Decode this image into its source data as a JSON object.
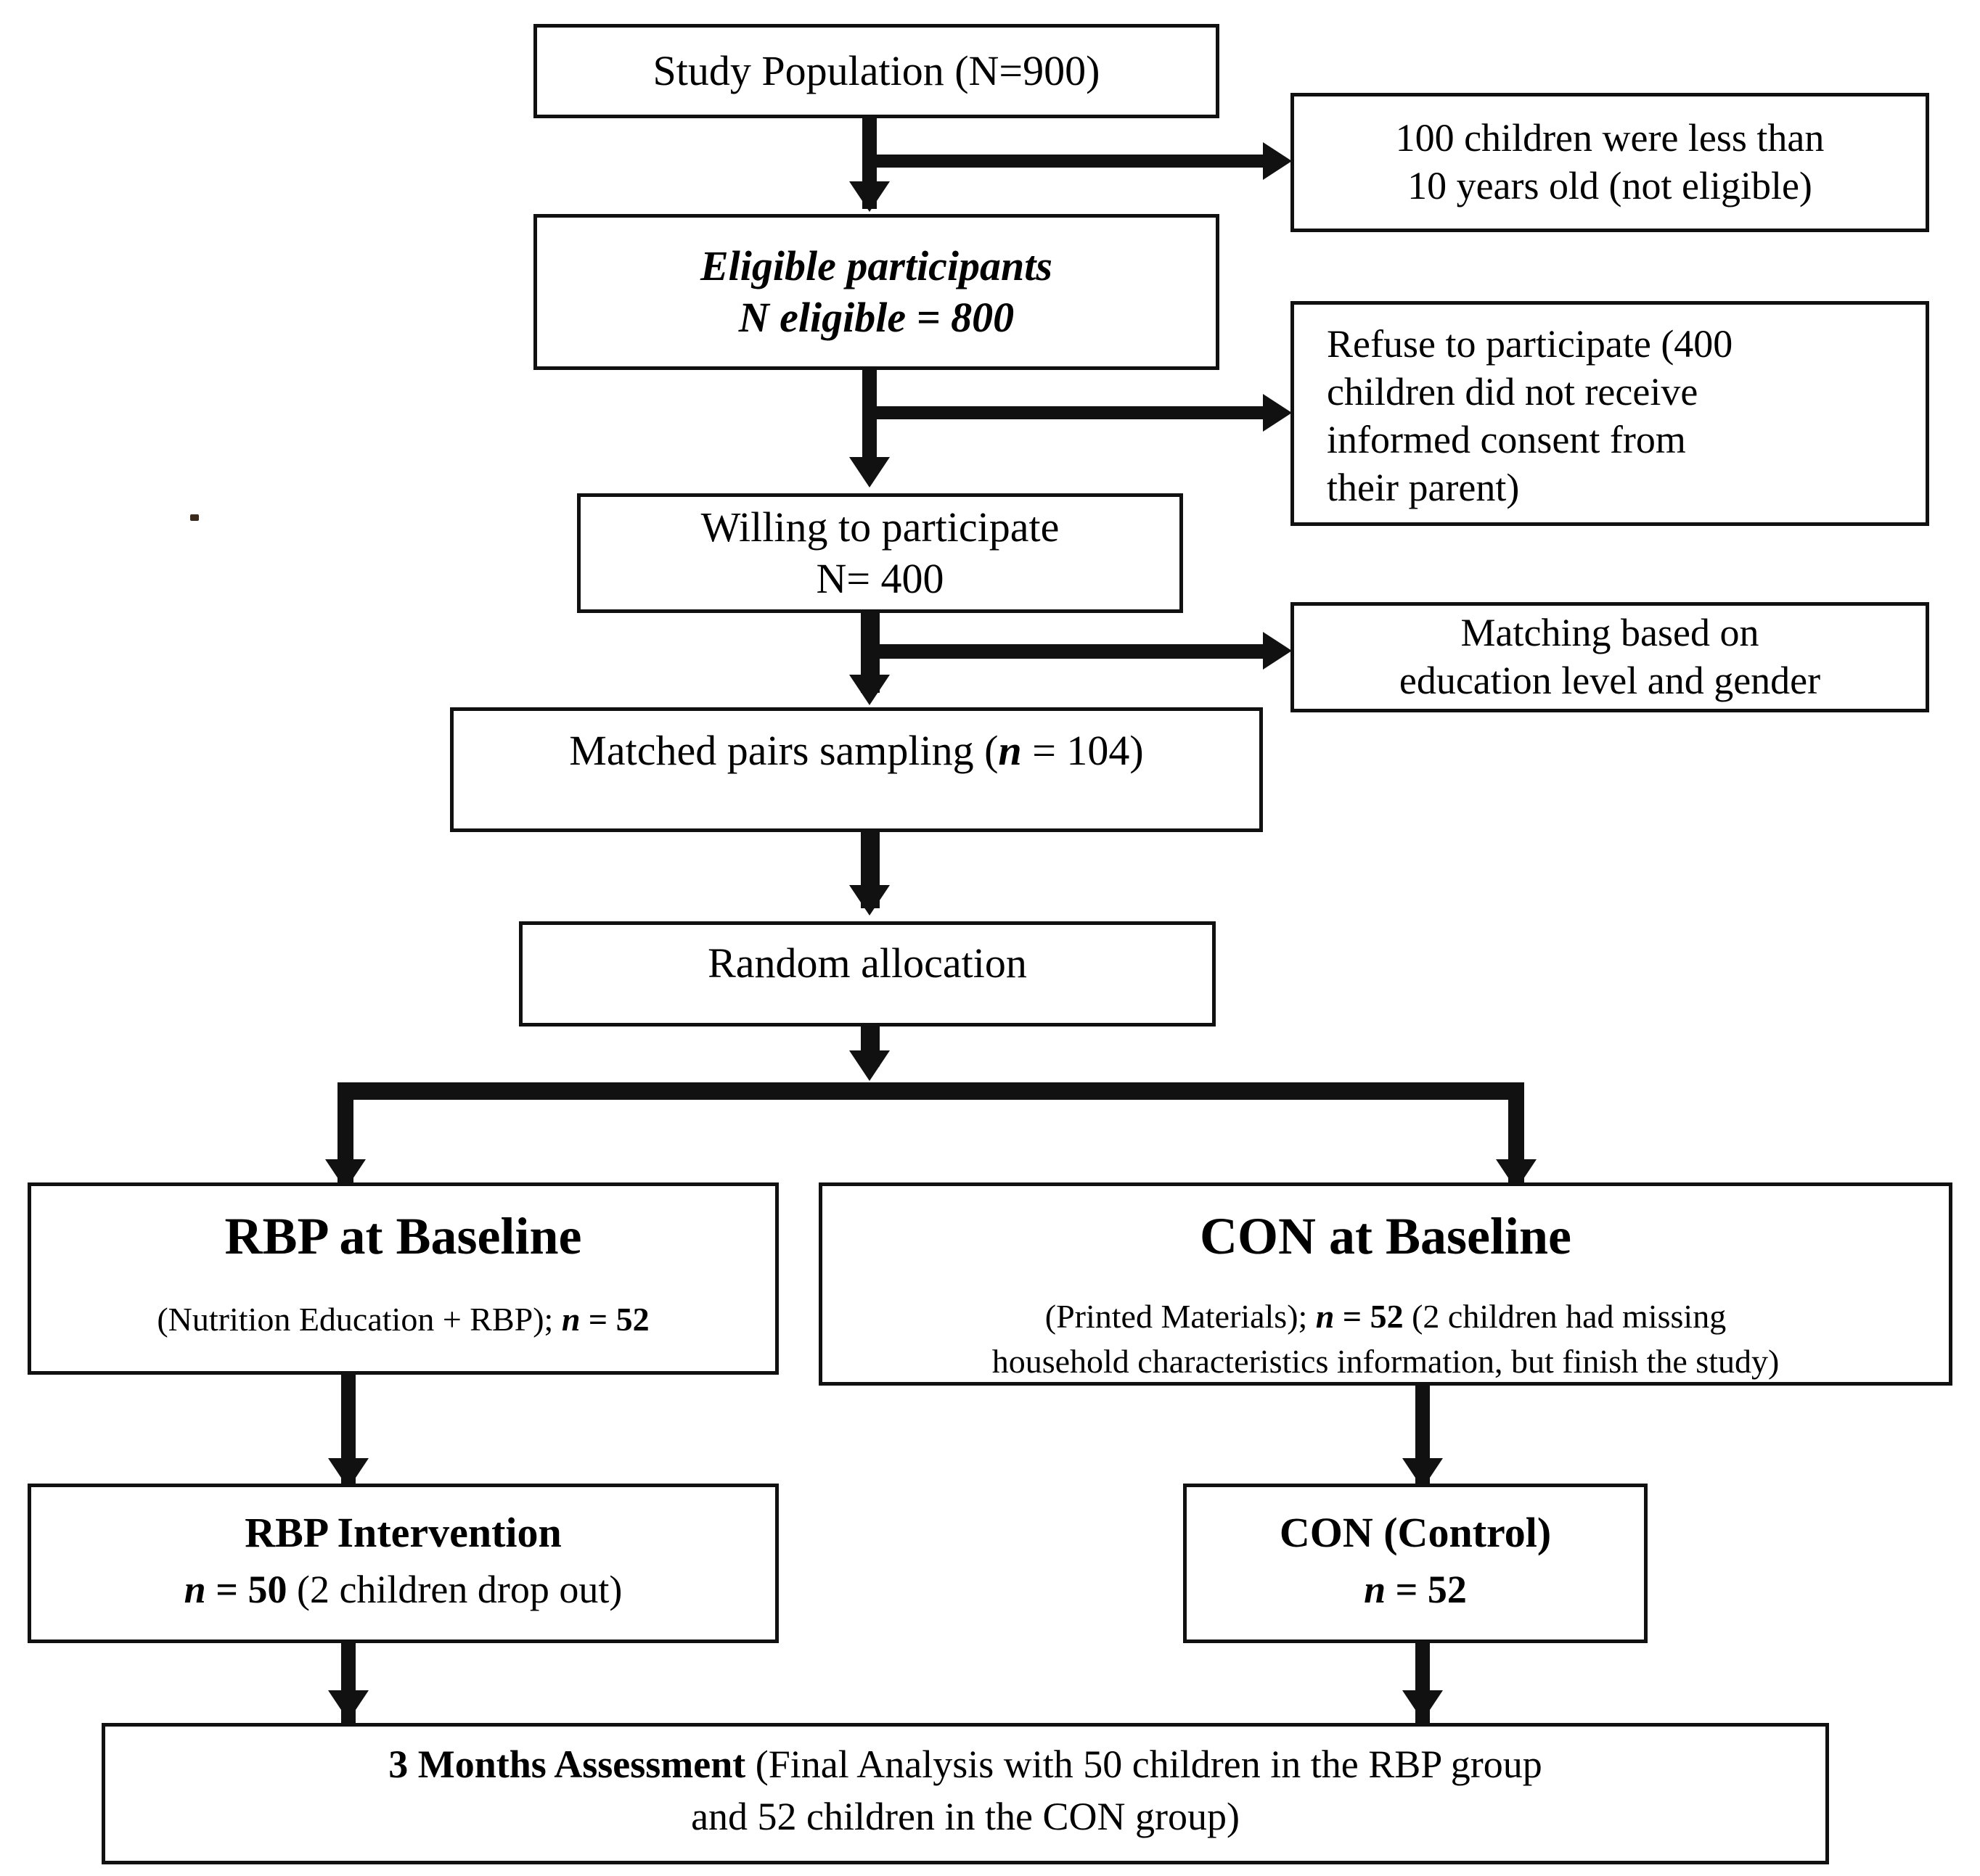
{
  "figure": {
    "type": "flowchart",
    "title": "Study participant flow diagram",
    "orientation": "top-to-bottom",
    "accent_color": "#111111",
    "background_color": "#ffffff"
  },
  "nodes": {
    "study_population": {
      "id": "study-population",
      "label": "Study Population (N=900)",
      "value": 900,
      "style": "plain"
    },
    "excluded_age": {
      "id": "excluded-age",
      "line1": "100 children were less than",
      "line2": "10 years old (not eligible)",
      "value": 100,
      "style": "plain"
    },
    "eligible": {
      "id": "eligible-participants",
      "line1": "Eligible participants",
      "line2": "N eligible = 800",
      "value": 800,
      "style": "italic"
    },
    "excluded_refusal": {
      "id": "excluded-refusal",
      "line1": "Refuse to participate (400",
      "line2": "children did not receive",
      "line3": "informed consent from",
      "line4": "their parent)",
      "value": 400,
      "style": "plain"
    },
    "willing": {
      "id": "willing-to-participate",
      "line1": "Willing to participate",
      "line2": "N= 400",
      "value": 400,
      "style": "plain"
    },
    "matching_note": {
      "id": "matching-criteria",
      "line1": "Matching based on",
      "line2": "education level and gender",
      "style": "plain"
    },
    "matched_pairs": {
      "id": "matched-pairs-sampling",
      "prefix": "Matched pairs sampling (",
      "stat": "n",
      "middle": " = 104)",
      "value": 104,
      "style": "plain"
    },
    "random_allocation": {
      "id": "random-allocation",
      "label": "Random allocation",
      "style": "plain"
    },
    "rbp_baseline": {
      "id": "rbp-at-baseline",
      "heading": "RBP at Baseline",
      "sub_prefix": "(Nutrition Education + RBP); ",
      "sub_stat": "n",
      "sub_suffix": " = 52",
      "value": 52
    },
    "con_baseline": {
      "id": "con-at-baseline",
      "heading": "CON at Baseline",
      "sub_prefix": "(Printed Materials); ",
      "sub_stat": "n",
      "sub_mid": " = 52",
      "sub_line1_tail": " (2 children had missing",
      "sub_line2": "household characteristics information, but finish the study)",
      "value": 52
    },
    "rbp_intervention": {
      "id": "rbp-intervention",
      "heading": "RBP Intervention",
      "sub_stat": "n",
      "sub_value": " = 50",
      "sub_tail": " (2 children drop out)",
      "value": 50
    },
    "con_control": {
      "id": "con-control",
      "heading": "CON (Control)",
      "sub_stat": "n",
      "sub_value": " = 52",
      "value": 52
    },
    "assessment": {
      "id": "three-months-assessment",
      "heading": "3 Months Assessment",
      "line1_tail": " (Final Analysis with 50 children in the RBP group",
      "line2": "and 52 children in the CON group)",
      "rbp_final": 50,
      "con_final": 52
    }
  },
  "edges": [
    {
      "from": "study_population",
      "to": "eligible",
      "kind": "down"
    },
    {
      "from": "study_population",
      "to": "excluded_age",
      "kind": "right-branch"
    },
    {
      "from": "eligible",
      "to": "willing",
      "kind": "down"
    },
    {
      "from": "eligible",
      "to": "excluded_refusal",
      "kind": "right-branch"
    },
    {
      "from": "willing",
      "to": "matched_pairs",
      "kind": "down"
    },
    {
      "from": "willing",
      "to": "matching_note",
      "kind": "right-branch"
    },
    {
      "from": "matched_pairs",
      "to": "random_allocation",
      "kind": "down"
    },
    {
      "from": "random_allocation",
      "to": "rbp_baseline",
      "kind": "split-left"
    },
    {
      "from": "random_allocation",
      "to": "con_baseline",
      "kind": "split-right"
    },
    {
      "from": "rbp_baseline",
      "to": "rbp_intervention",
      "kind": "down"
    },
    {
      "from": "con_baseline",
      "to": "con_control",
      "kind": "down"
    },
    {
      "from": "rbp_intervention",
      "to": "assessment",
      "kind": "down"
    },
    {
      "from": "con_control",
      "to": "assessment",
      "kind": "down"
    }
  ]
}
